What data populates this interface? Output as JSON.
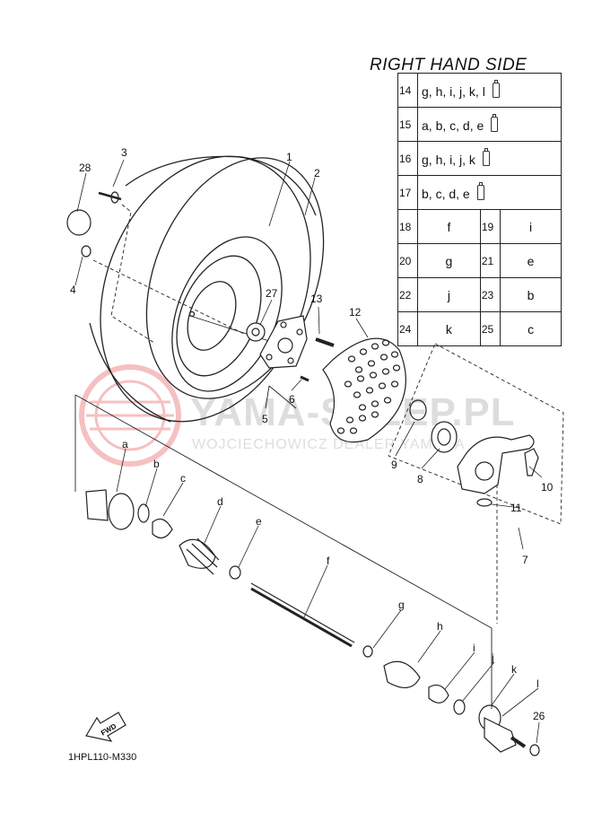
{
  "title": "RIGHT HAND SIDE",
  "watermark": {
    "main": "YAMA-SKLEP.PL",
    "sub": "WOJCIECHOWICZ DEALER YAMAHA"
  },
  "diagram_code": "1HPL110-M330",
  "fwd_label": "FWD",
  "legend_rows_wide": [
    {
      "num": "14",
      "parts": "g, h, i, j, k, l",
      "icon": "grease-tube-icon"
    },
    {
      "num": "15",
      "parts": "a, b, c, d, e",
      "icon": "grease-tube-icon"
    },
    {
      "num": "16",
      "parts": "g, h, i, j, k",
      "icon": "grease-tube-icon"
    },
    {
      "num": "17",
      "parts": "b, c, d, e",
      "icon": "grease-tube-icon"
    }
  ],
  "legend_rows_pairs": [
    {
      "num1": "18",
      "val1": "f",
      "num2": "19",
      "val2": "i"
    },
    {
      "num1": "20",
      "val1": "g",
      "num2": "21",
      "val2": "e"
    },
    {
      "num1": "22",
      "val1": "j",
      "num2": "23",
      "val2": "b"
    },
    {
      "num1": "24",
      "val1": "k",
      "num2": "25",
      "val2": "c"
    }
  ],
  "callouts": {
    "n1": "1",
    "n2": "2",
    "n3": "3",
    "n4": "4",
    "n5": "5",
    "n6": "6",
    "n7": "7",
    "n8": "8",
    "n9": "9",
    "n10": "10",
    "n11": "11",
    "n12": "12",
    "n13": "13",
    "n26": "26",
    "n27": "27",
    "n28": "28",
    "a": "a",
    "b": "b",
    "c": "c",
    "d": "d",
    "e": "e",
    "f": "f",
    "g": "g",
    "h": "h",
    "i": "i",
    "j": "j",
    "k": "k",
    "l": "l"
  }
}
